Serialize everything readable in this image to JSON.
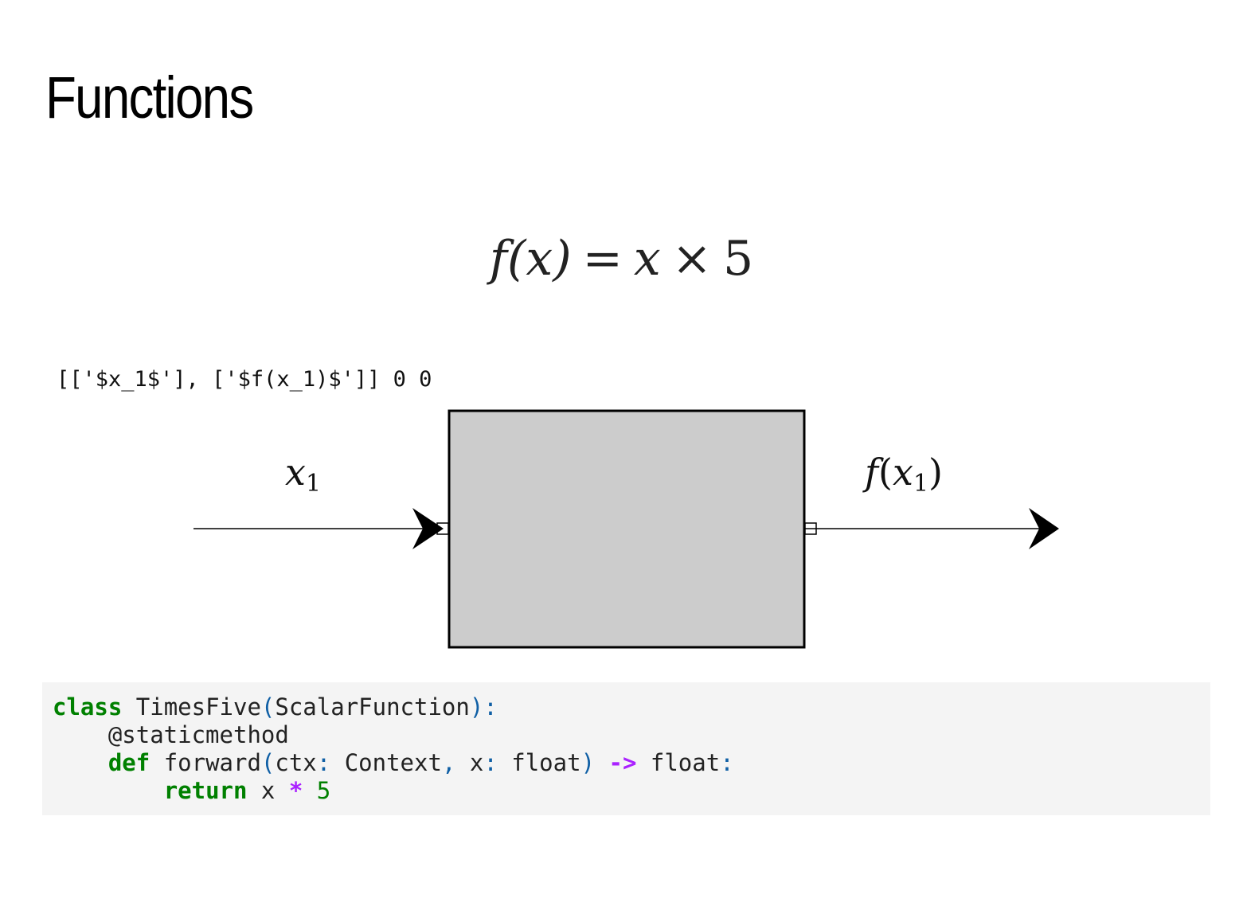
{
  "title": "Functions",
  "formula": {
    "lhs": "f(x)",
    "equals": "=",
    "var": "x",
    "times": "×",
    "constant": "5"
  },
  "debug_text": "[['$x_1$'], ['$f(x_1)$']] 0 0",
  "diagram": {
    "input_label": {
      "name": "x",
      "sub": "1"
    },
    "output_label": {
      "fn": "f",
      "open": "(",
      "name": "x",
      "sub": "1",
      "close": ")"
    },
    "box_fill": "#cccccc",
    "box_stroke": "#000000",
    "arrow_color": "#000000"
  },
  "code": {
    "line1": {
      "kw": "class",
      "name": " TimesFive",
      "open": "(",
      "base": "ScalarFunction",
      "close": ")",
      "colon": ":"
    },
    "line2": {
      "indent": "    ",
      "decorator": "@staticmethod"
    },
    "line3": {
      "indent": "    ",
      "kw": "def",
      "name": " forward",
      "open": "(",
      "p1": "ctx",
      "c1": ":",
      "t1": " Context",
      "comma": ",",
      "p2": " x",
      "c2": ":",
      "t2": " float",
      "close": ")",
      "arrow": " ->",
      "ret": " float",
      "colon": ":"
    },
    "line4": {
      "indent": "        ",
      "kw": "return",
      "var": " x",
      "op": " *",
      "num": " 5"
    }
  },
  "colors": {
    "keyword": "#008000",
    "punctuation": "#0f5fa5",
    "operator": "#aa22ff",
    "code_background": "#f4f4f4"
  }
}
